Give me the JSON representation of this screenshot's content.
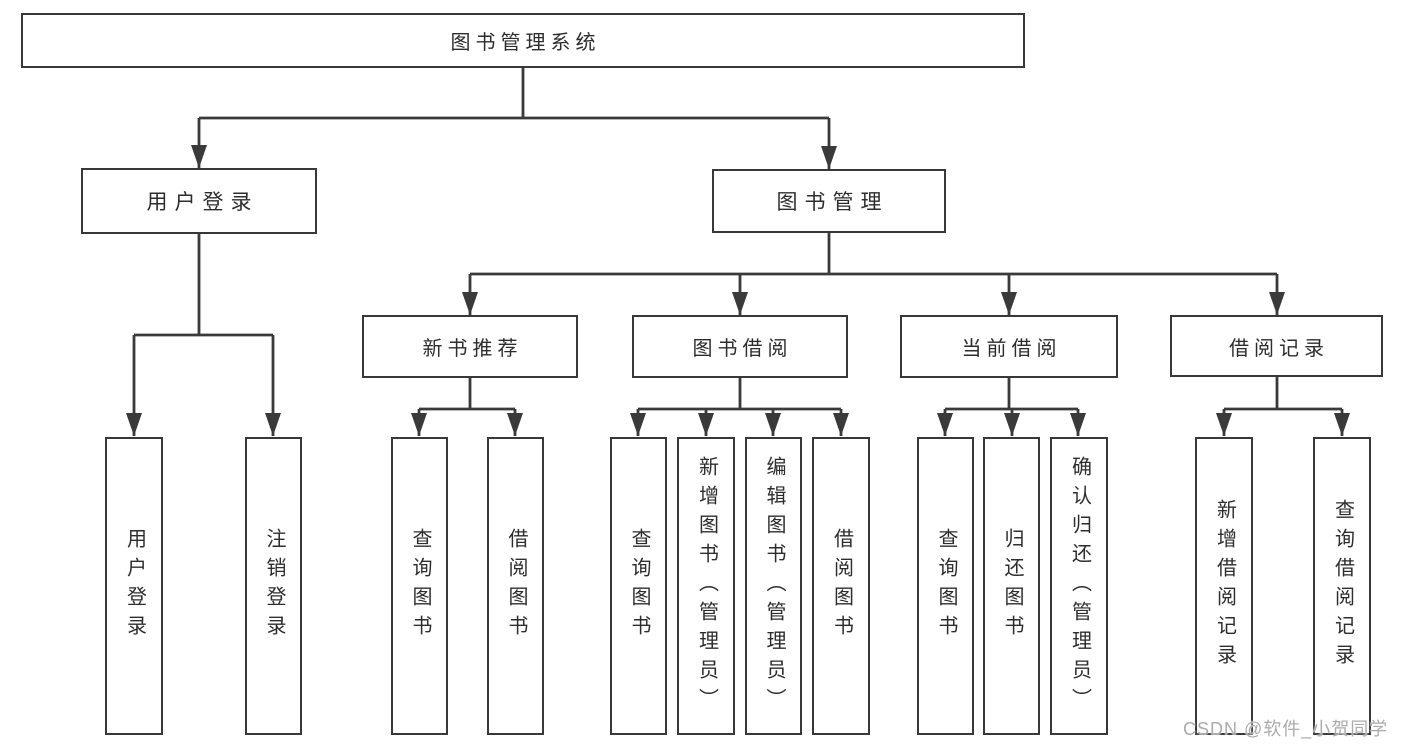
{
  "tree": {
    "label": "图书管理系统",
    "children": [
      {
        "label": "用户登录",
        "children": [
          {
            "label": "用户登录"
          },
          {
            "label": "注销登录"
          }
        ]
      },
      {
        "label": "图书管理",
        "children": [
          {
            "label": "新书推荐",
            "children": [
              {
                "label": "查询图书"
              },
              {
                "label": "借阅图书"
              }
            ]
          },
          {
            "label": "图书借阅",
            "children": [
              {
                "label": "查询图书"
              },
              {
                "label": "新增图书（管理员）"
              },
              {
                "label": "编辑图书（管理员）"
              },
              {
                "label": "借阅图书"
              }
            ]
          },
          {
            "label": "当前借阅",
            "children": [
              {
                "label": "查询图书"
              },
              {
                "label": "归还图书"
              },
              {
                "label": "确认归还（管理员）"
              }
            ]
          },
          {
            "label": "借阅记录",
            "children": [
              {
                "label": "新增借阅记录"
              },
              {
                "label": "查询借阅记录"
              }
            ]
          }
        ]
      }
    ]
  },
  "watermark": "CSDN @软件_小贺同学",
  "colors": {
    "background": "#ffffff",
    "line": "#3a3a3a",
    "box_border": "#383838",
    "box_fill": "#ffffff",
    "text": "#2d2d2d",
    "watermark_text": "#a4a4a4"
  }
}
